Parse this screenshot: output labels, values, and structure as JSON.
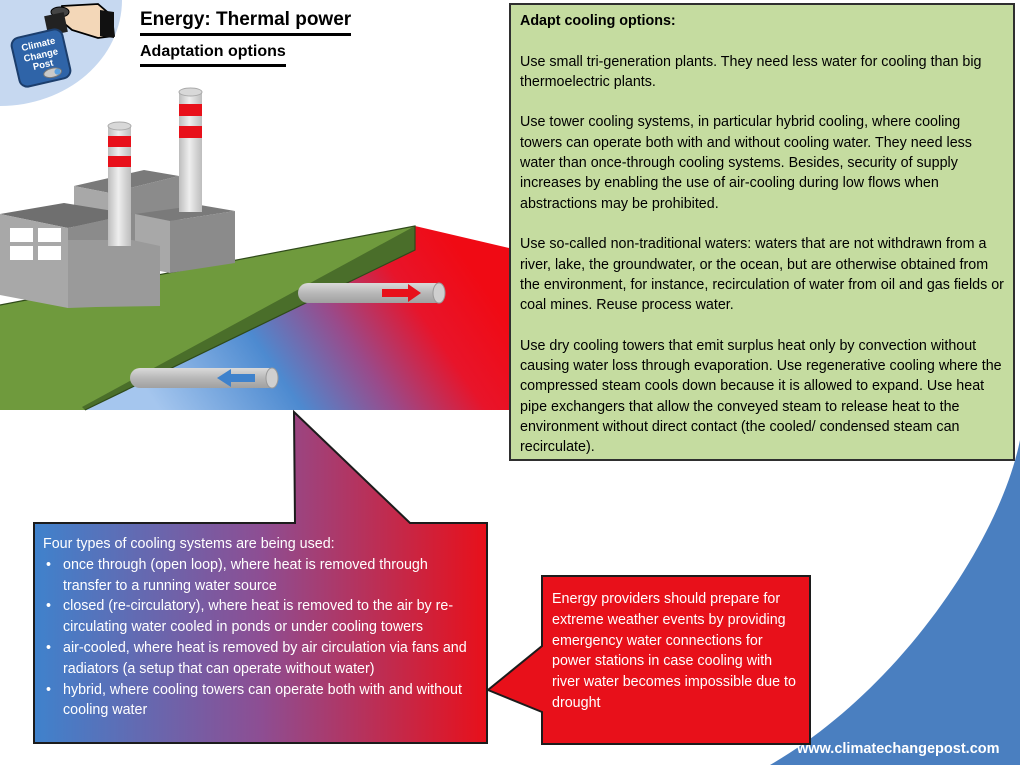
{
  "header": {
    "title": "Energy: Thermal power",
    "subtitle": "Adaptation options"
  },
  "logo": {
    "text": "Climate Change Post"
  },
  "adapt_box": {
    "heading": "Adapt cooling options:",
    "paragraphs": [
      "Use small tri-generation plants. They need less water for cooling than big thermoelectric plants.",
      "Use tower cooling systems, in particular hybrid cooling, where cooling towers can operate both with and without cooling water. They need less water than once-through cooling systems. Besides, security of supply increases by enabling the use of air-cooling during low flows when abstractions may be prohibited.",
      "Use so-called non-traditional waters: waters that are not withdrawn from a river, lake, the groundwater, or the ocean, but are otherwise obtained from the environment, for instance, recirculation of water from oil and gas fields or coal mines. Reuse process water.",
      "Use dry cooling towers that emit surplus heat only by convection without causing water loss through evaporation. Use regenerative cooling where the compressed steam cools down because it is allowed to expand. Use heat pipe exchangers that allow the conveyed steam to release heat to the environment without direct contact (the cooled/ condensed steam can recirculate)."
    ]
  },
  "cooling_box": {
    "intro": "Four types of cooling systems are being used:",
    "items": [
      "once through (open loop), where heat is removed through transfer to a running water source",
      "closed (re-circulatory), where heat is removed to the air by re-circulating water cooled in ponds or under cooling towers",
      "air-cooled, where heat is removed by air circulation via fans and radiators (a setup that can operate without water)",
      "hybrid, where cooling towers can operate both with and without cooling water"
    ]
  },
  "provider_box": {
    "text": "Energy providers should prepare for extreme weather events by providing emergency water connections for power stations in case cooling with river water becomes impossible due to drought"
  },
  "footer": {
    "website": "www.climatechangepost.com"
  },
  "colors": {
    "adapt_box_bg": "#c5dca0",
    "callout_red": "#e8101a",
    "callout_blue": "#3f82cc",
    "corner_blue": "#4a7fc0",
    "ground_green": "#6f9a3d"
  }
}
